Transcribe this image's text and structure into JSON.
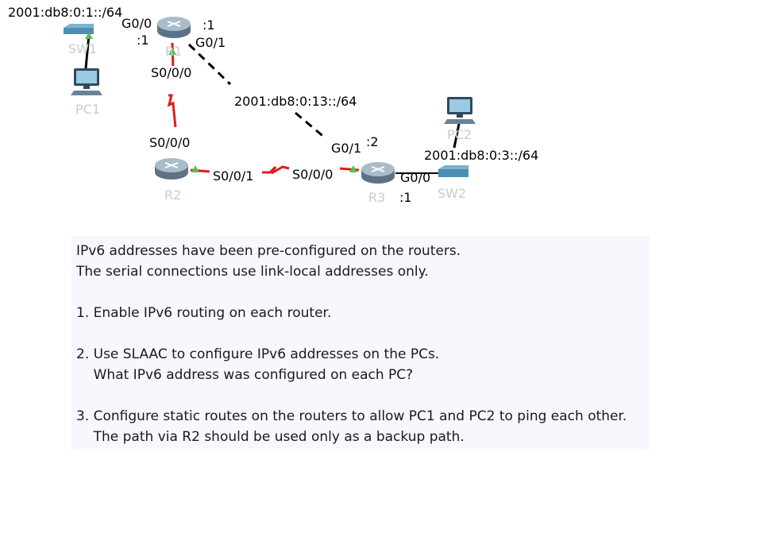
{
  "networks": {
    "lan1": "2001:db8:0:1::/64",
    "link13": "2001:db8:0:13::/64",
    "lan3": "2001:db8:0:3::/64"
  },
  "devices": {
    "r1": "R1",
    "r2": "R2",
    "r3": "R3",
    "sw1": "SW1",
    "sw2": "SW2",
    "pc1": "PC1",
    "pc2": "PC2"
  },
  "interfaces": {
    "r1_g00": "G0/0",
    "r1_g00_host": ":1",
    "r1_g01": "G0/1",
    "r1_g01_host": ":1",
    "r1_s000": "S0/0/0",
    "r2_s000": "S0/0/0",
    "r2_s001": "S0/0/1",
    "r3_s000": "S0/0/0",
    "r3_g01": "G0/1",
    "r3_g01_host": ":2",
    "r3_g00": "G0/0",
    "r3_g00_host": ":1"
  },
  "notes": [
    "IPv6 addresses have been pre-configured on the routers.",
    "The serial connections use link-local addresses only.",
    "",
    "1. Enable IPv6 routing on each router.",
    "",
    "2. Use SLAAC to configure IPv6 addresses on the PCs.",
    "    What IPv6 address was configured on each PC?",
    "",
    "3. Configure static routes on the routers to allow PC1 and PC2 to ping each other.",
    "    The path via R2 should be used only as a backup path."
  ],
  "colors": {
    "serial_link": "#e31b1b",
    "ethernet_link": "#000000",
    "link_up": "#5bbf4a",
    "router_body": "#8fa3b6",
    "switch_body": "#4d8fb3",
    "device_label": "#c6ccd2",
    "notes_background": "#f6f8fd"
  }
}
